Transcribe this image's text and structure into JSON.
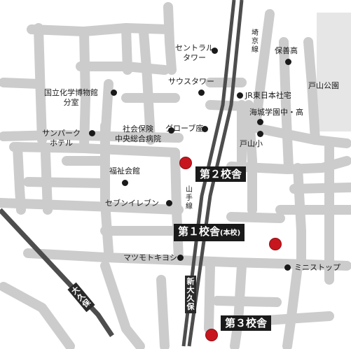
{
  "map": {
    "campuses": [
      {
        "name": "第２校舎",
        "sub": ""
      },
      {
        "name": "第１校舎",
        "sub": "(本校)"
      },
      {
        "name": "第３校舎",
        "sub": ""
      }
    ],
    "landmarks": {
      "central_tower": "セントラル\nタワー",
      "south_tower": "サウスタワー",
      "chemistry_museum": "国立化学博物館\n分室",
      "sunpark_hotel": "サンパーク\nホテル",
      "social_insurance_hospital": "社会保険\n中央総合病院",
      "globe": "グローブ座",
      "welfare_hall": "福祉会館",
      "seven_eleven": "セブンイレブン",
      "matsumoto_kiyoshi": "マツモトキヨシ",
      "ministop": "ミニストップ",
      "hozen_high": "保善高",
      "jr_east_housing": "JR東日本社宅",
      "kaijo_school": "海城学園中・高",
      "toyama_elementary": "戸山小",
      "toyama_park": "戸山公園"
    },
    "rail_labels": {
      "saikyo": "埼京線",
      "yamanote": "山手線"
    },
    "station_labels": {
      "shin_okubo": "新大久保",
      "okubo": "大久保"
    },
    "colors": {
      "road": "#cccccc",
      "park": "#e6e6e6",
      "rail": "#4d4d4d",
      "pin": "#c8161e",
      "label_box": "#1a1a1a"
    }
  }
}
